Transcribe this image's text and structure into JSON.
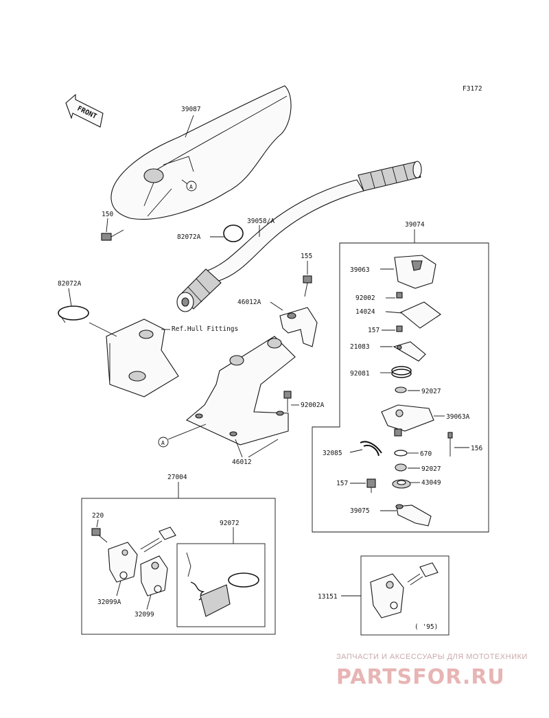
{
  "figure_code": "F3172",
  "front_label": "FRONT",
  "ref_note": "Ref.Hull Fittings",
  "watermark": {
    "subtitle": "ЗАПЧАСТИ И АКСЕССУАРЫ ДЛЯ МОТОТЕХНИКИ",
    "brand": "PARTSFOR.RU"
  },
  "year_note": "( '95)",
  "ref_marker": "A",
  "parts": {
    "p39087": "39087",
    "p150": "150",
    "p82072a_top": "82072A",
    "p39058a": "39058/A",
    "p82072a_left": "82072A",
    "p155": "155",
    "p46012a": "46012A",
    "p92002a": "92002A",
    "p46012": "46012",
    "p39074": "39074",
    "p39063": "39063",
    "p92002": "92002",
    "p14024": "14024",
    "p157_top": "157",
    "p21083": "21083",
    "p92081": "92081",
    "p92027_top": "92027",
    "p39063a": "39063A",
    "p156": "156",
    "p32085": "32085",
    "p670": "670",
    "p92027_bot": "92027",
    "p157_bot": "157",
    "p43049": "43049",
    "p39075": "39075",
    "p27004": "27004",
    "p220": "220",
    "p92072": "92072",
    "p32099a": "32099A",
    "p32099": "32099",
    "p13151": "13151"
  }
}
